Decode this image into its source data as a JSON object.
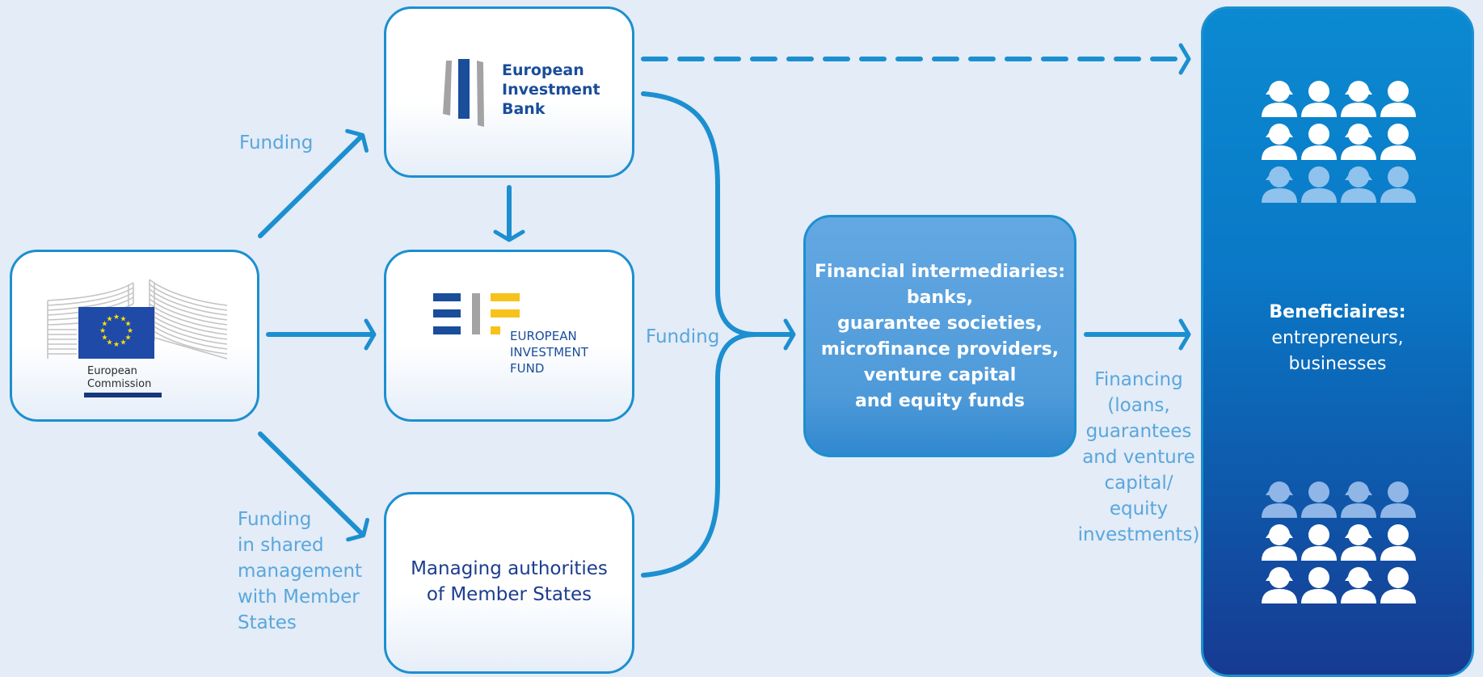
{
  "nodes": {
    "ec": {
      "name_line1": "European",
      "name_line2": "Commission"
    },
    "eib": {
      "name_line1": "European",
      "name_line2": "Investment",
      "name_line3": "Bank"
    },
    "eif": {
      "name_line1": "EUROPEAN",
      "name_line2": "INVESTMENT",
      "name_line3": "FUND"
    },
    "managing_authorities": {
      "line1": "Managing authorities",
      "line2": "of Member States"
    },
    "financial_intermediaries": {
      "line1": "Financial intermediaries:",
      "line2": "banks,",
      "line3": "guarantee societies,",
      "line4": "microfinance providers,",
      "line5": "venture capital",
      "line6": "and equity funds"
    },
    "beneficiaries": {
      "title": "Beneficiaires:",
      "line2": "entrepreneurs,",
      "line3": "businesses"
    }
  },
  "labels": {
    "funding_eib": "Funding",
    "funding_center": "Funding",
    "funding_shared": {
      "line1": "Funding",
      "line2": "in shared",
      "line3": "management",
      "line4": "with Member",
      "line5": "States"
    },
    "financing": {
      "line1": "Financing",
      "line2": "(loans,",
      "line3": "guarantees",
      "line4": "and venture",
      "line5": "capital/",
      "line6": "equity",
      "line7": "investments)"
    }
  },
  "colors": {
    "connector": "#1c8fd0",
    "label": "#5aa6dc",
    "eib_blue": "#1a4d9a",
    "eif_yellow": "#f7c21b",
    "eu_blue": "#1f4aa8",
    "eu_star": "#ffe100"
  },
  "icons": {
    "ec_logo": "berlaymont-eu-flag-icon",
    "eib_logo": "eib-bars-icon",
    "eif_logo": "eif-letters-icon",
    "people": "person-icon"
  }
}
